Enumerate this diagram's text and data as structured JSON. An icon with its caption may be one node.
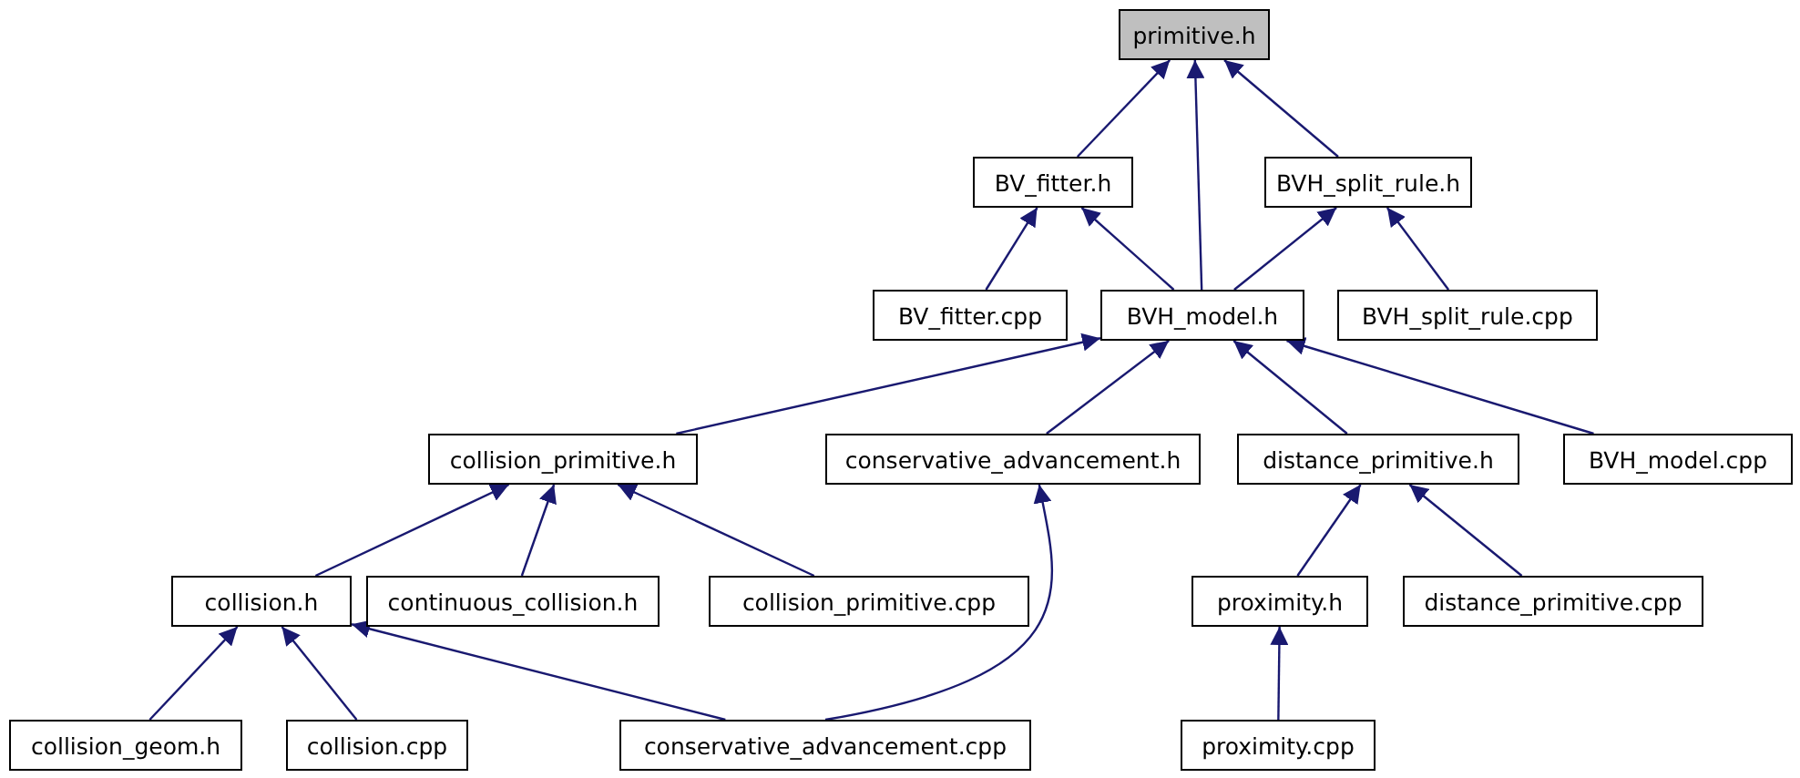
{
  "diagram": {
    "nodes": [
      {
        "text": [
          "primitive.h"
        ]
      },
      {
        "text": [
          "BV_fitter.h"
        ]
      },
      {
        "text": [
          "BVH_split_rule.h"
        ]
      },
      {
        "text": [
          "BV_fitter.cpp"
        ]
      },
      {
        "text": [
          "BVH_model.h"
        ]
      },
      {
        "text": [
          "BVH_split_rule.cpp"
        ]
      },
      {
        "text": [
          "collision_primitive.h"
        ]
      },
      {
        "text": [
          "conservative_advancement.h"
        ]
      },
      {
        "text": [
          "distance_primitive.h"
        ]
      },
      {
        "text": [
          "BVH_model.cpp"
        ]
      },
      {
        "text": [
          "collision.h"
        ]
      },
      {
        "text": [
          "continuous_collision.h"
        ]
      },
      {
        "text": [
          "collision_primitive.cpp"
        ]
      },
      {
        "text": [
          "proximity.h"
        ]
      },
      {
        "text": [
          "distance_primitive.cpp"
        ]
      },
      {
        "text": [
          "collision_geom.h"
        ]
      },
      {
        "text": [
          "collision.cpp"
        ]
      },
      {
        "text": [
          "conservative_advancement.cpp"
        ]
      },
      {
        "text": [
          "proximity.cpp"
        ]
      }
    ],
    "edges": [
      {
        "from": 1,
        "to": 0,
        "arrow": "to"
      },
      {
        "from": 4,
        "to": 0,
        "arrow": "to"
      },
      {
        "from": 2,
        "to": 0,
        "arrow": "to"
      },
      {
        "from": 3,
        "to": 1,
        "arrow": "to"
      },
      {
        "from": 4,
        "to": 1,
        "arrow": "to"
      },
      {
        "from": 4,
        "to": 2,
        "arrow": "to"
      },
      {
        "from": 5,
        "to": 2,
        "arrow": "to"
      },
      {
        "from": 6,
        "to": 4,
        "arrow": "to"
      },
      {
        "from": 7,
        "to": 4,
        "arrow": "to"
      },
      {
        "from": 8,
        "to": 4,
        "arrow": "to"
      },
      {
        "from": 9,
        "to": 4,
        "arrow": "to"
      },
      {
        "from": 10,
        "to": 6,
        "arrow": "to"
      },
      {
        "from": 11,
        "to": 6,
        "arrow": "to"
      },
      {
        "from": 12,
        "to": 6,
        "arrow": "to"
      },
      {
        "from": 17,
        "to": 7,
        "arrow": "to"
      },
      {
        "from": 13,
        "to": 8,
        "arrow": "to"
      },
      {
        "from": 14,
        "to": 8,
        "arrow": "to"
      },
      {
        "from": 15,
        "to": 10,
        "arrow": "to"
      },
      {
        "from": 16,
        "to": 10,
        "arrow": "to"
      },
      {
        "from": 17,
        "to": 10,
        "arrow": "to"
      },
      {
        "from": 18,
        "to": 13,
        "arrow": "to"
      }
    ]
  }
}
